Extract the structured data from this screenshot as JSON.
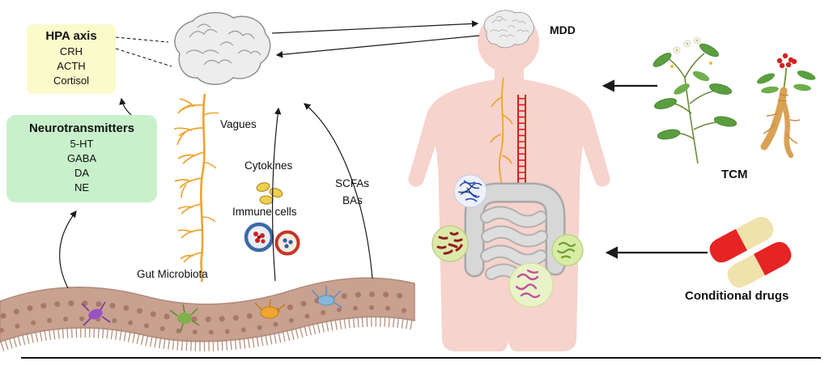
{
  "hpa_box": {
    "title": "HPA axis",
    "items": [
      "CRH",
      "ACTH",
      "Cortisol"
    ],
    "bg_color": "#fbfacb"
  },
  "nt_box": {
    "title": "Neurotransmitters",
    "items": [
      "5-HT",
      "GABA",
      "DA",
      "NE"
    ],
    "bg_color": "#c8f1cb"
  },
  "labels": {
    "vagues": "Vagues",
    "cytokines": "Cytokines",
    "immune_cells": "Immune cells",
    "scfas": "SCFAs",
    "bas": "BAs",
    "gut_microbiota": "Gut Microbiota",
    "mdd": "MDD",
    "tcm": "TCM",
    "conditional_drugs": "Conditional drugs"
  },
  "colors": {
    "body_pink": "#f6d3cc",
    "nerve_orange": "#efa32f",
    "spine_red": "#d42020",
    "brain_gray": "#ededed",
    "epithelium_brown": "#c9a191",
    "pill_red": "#e62424",
    "pill_cream": "#f0e2ac",
    "arrow_black": "#1a1a1a"
  }
}
